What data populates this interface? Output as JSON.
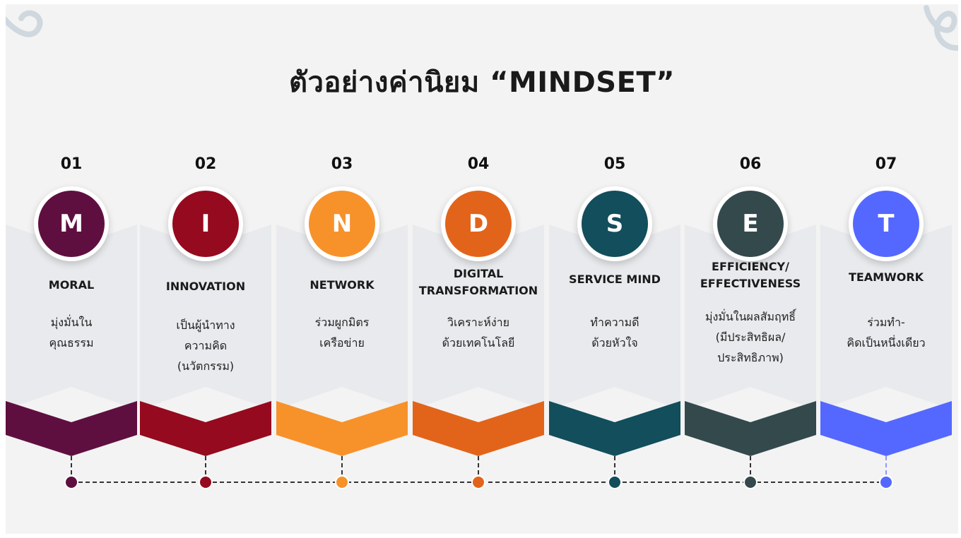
{
  "title": "ตัวอย่างค่านิยม “MINDSET”",
  "items": [
    {
      "number": "01",
      "letter": "M",
      "name": "MORAL",
      "desc": "มุ่งมั่นใน\nคุณธรรม",
      "color": "#5f0f3f"
    },
    {
      "number": "02",
      "letter": "I",
      "name": "INNOVATION",
      "desc": "เป็นผู้นำทาง\nความคิด\n(นวัตกรรม)",
      "color": "#950a1e"
    },
    {
      "number": "03",
      "letter": "N",
      "name": "NETWORK",
      "desc": "ร่วมผูกมิตร\nเครือข่าย",
      "color": "#f7922a"
    },
    {
      "number": "04",
      "letter": "D",
      "name": "DIGITAL\nTRANSFORMATION",
      "desc": "วิเคราะห์ง่าย\nด้วยเทคโนโลยี",
      "color": "#e2641a"
    },
    {
      "number": "05",
      "letter": "S",
      "name": "SERVICE MIND",
      "desc": "ทำความดี\nด้วยหัวใจ",
      "color": "#124e5c"
    },
    {
      "number": "06",
      "letter": "E",
      "name": "EFFICIENCY/\nEFFECTIVENESS",
      "desc": "มุ่งมั่นในผลสัมฤทธิ์\n(มีประสิทธิผล/\nประสิทธิภาพ)",
      "color": "#34494c"
    },
    {
      "number": "07",
      "letter": "T",
      "name": "TEAMWORK",
      "desc": "ร่วมทำ-\nคิดเป็นหนึ่งเดียว",
      "color": "#5468ff"
    }
  ]
}
